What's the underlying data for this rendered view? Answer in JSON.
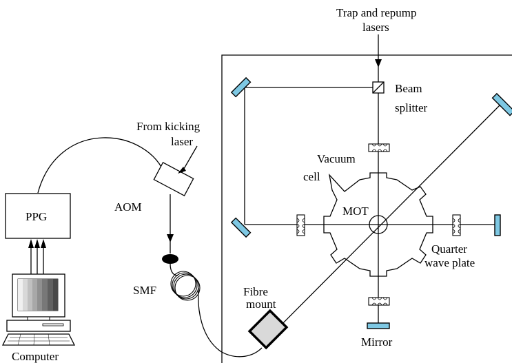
{
  "labels": {
    "trap_line1": "Trap and repump",
    "trap_line2": "lasers",
    "beam_line1": "Beam",
    "beam_line2": "splitter",
    "kick_line1": "From kicking",
    "kick_line2": "laser",
    "vac_line1": "Vacuum",
    "vac_line2": "cell",
    "mot": "MOT",
    "aom": "AOM",
    "ppg": "PPG",
    "qwp_line1": "Quarter",
    "qwp_line2": "wave plate",
    "smf": "SMF",
    "fibre_line1": "Fibre",
    "fibre_line2": "mount",
    "mirror": "Mirror",
    "computer": "Computer"
  },
  "colors": {
    "mirror_fill": "#7ec8e3",
    "line": "#000000",
    "fibre_mount_fill": "#d9d9d9"
  }
}
